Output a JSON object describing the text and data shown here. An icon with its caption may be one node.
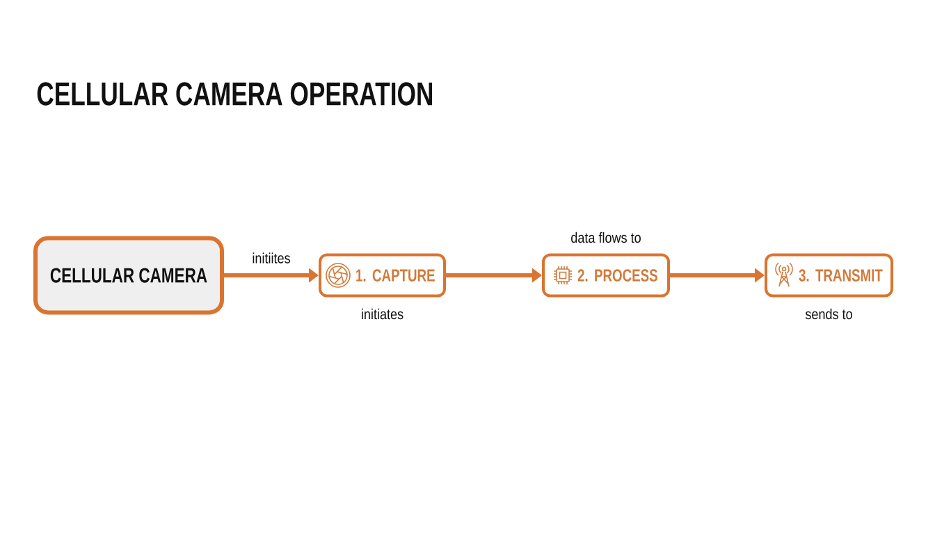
{
  "diagram": {
    "title": "CELLULAR CAMERA OPERATION",
    "nodes": [
      {
        "text": [
          "CELLULAR CAMERA"
        ]
      },
      {
        "text": [
          "1. CAPTURE"
        ],
        "beside": [
          "initiates"
        ]
      },
      {
        "text": [
          "2. PROCESS"
        ],
        "beside": [
          "data flows to"
        ]
      },
      {
        "text": [
          "3. TRANSMIT"
        ],
        "beside": [
          "sends to"
        ]
      }
    ],
    "edges": [
      {
        "from": 0,
        "to": 1,
        "arrow": "to",
        "label": "initiites"
      },
      {
        "from": 1,
        "to": 2,
        "arrow": "to"
      },
      {
        "from": 2,
        "to": 3,
        "arrow": "to"
      }
    ]
  }
}
